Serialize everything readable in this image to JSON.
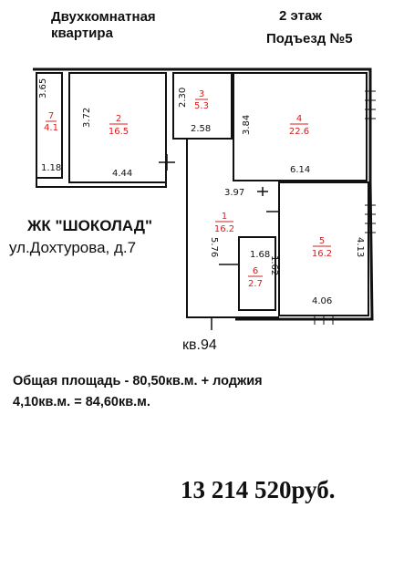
{
  "header": {
    "apartment_type": "Двухкомнатная\nквартира",
    "floor": "2 этаж",
    "entrance": "Подъезд №5"
  },
  "complex": {
    "name": "ЖК \"ШОКОЛАД\"",
    "address": "ул.Дохтурова, д.7"
  },
  "apartment_number": "кв.94",
  "area_text": "Общая площадь - 80,50кв.м. + лоджия\n4,10кв.м. = 84,60кв.м.",
  "price": "13 214 520руб.",
  "plan": {
    "dims": {
      "d365": "3.65",
      "d372": "3.72",
      "d118": "1.18",
      "d444": "4.44",
      "d230": "2.30",
      "d258": "2.58",
      "d384": "3.84",
      "d614": "6.14",
      "d397": "3.97",
      "d576": "5.76",
      "d168": "1.68",
      "d162": "1.62",
      "d413": "4.13",
      "d406": "4.06"
    },
    "rooms": [
      {
        "num": "7",
        "area": "4.1"
      },
      {
        "num": "2",
        "area": "16.5"
      },
      {
        "num": "3",
        "area": "5.3"
      },
      {
        "num": "4",
        "area": "22.6"
      },
      {
        "num": "1",
        "area": "16.2"
      },
      {
        "num": "6",
        "area": "2.7"
      },
      {
        "num": "5",
        "area": "16.2"
      }
    ]
  },
  "colors": {
    "room_label": "#d61f1f",
    "wall": "#111111"
  }
}
